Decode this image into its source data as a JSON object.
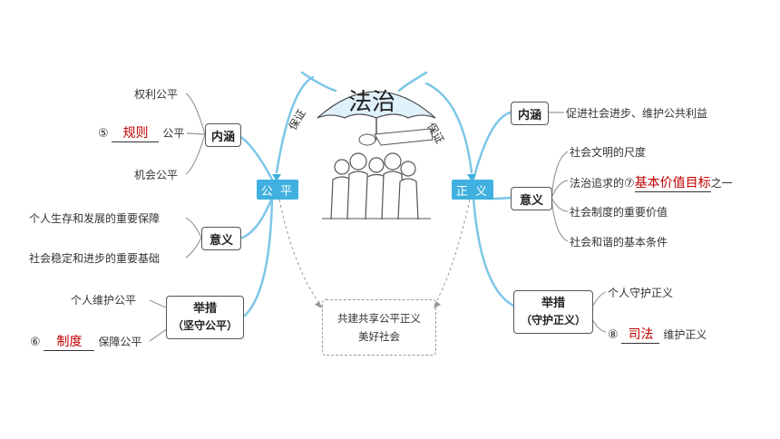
{
  "center": {
    "title": "法治",
    "guarantee_left": "保证",
    "guarantee_right": "保证",
    "goal_line1": "共建共享公平正义",
    "goal_line2": "美好社会"
  },
  "fairness": {
    "label": "公 平",
    "connotation": {
      "label": "内涵",
      "items": [
        "权利公平",
        "规则",
        "公平",
        "机会公平"
      ],
      "blank_number": "⑤",
      "blank_answer": "规则",
      "blank_suffix": "公平"
    },
    "significance": {
      "label": "意义",
      "items": [
        "个人生存和发展的重要保障",
        "社会稳定和进步的重要基础"
      ]
    },
    "measures": {
      "label": "举措",
      "sublabel": "（坚守公平）",
      "item1": "个人维护公平",
      "blank_number": "⑥",
      "blank_answer": "制度",
      "blank_suffix": "保障公平"
    }
  },
  "justice": {
    "label": "正 义",
    "connotation": {
      "label": "内涵",
      "item": "促进社会进步、维护公共利益"
    },
    "significance": {
      "label": "意义",
      "item1": "社会文明的尺度",
      "item2_prefix": "法治追求的",
      "blank_number": "⑦",
      "blank_answer": "基本价值目标",
      "item2_suffix": "之一",
      "item3": "社会制度的重要价值",
      "item4": "社会和谐的基本条件"
    },
    "measures": {
      "label": "举措",
      "sublabel": "（守护正义）",
      "item1": "个人守护正义",
      "blank_number": "⑧",
      "blank_answer": "司法",
      "blank_suffix": "维护正义"
    }
  },
  "colors": {
    "branch_blue": "#3fb0df",
    "answer_red": "#c00000",
    "line_gray": "#888888"
  }
}
